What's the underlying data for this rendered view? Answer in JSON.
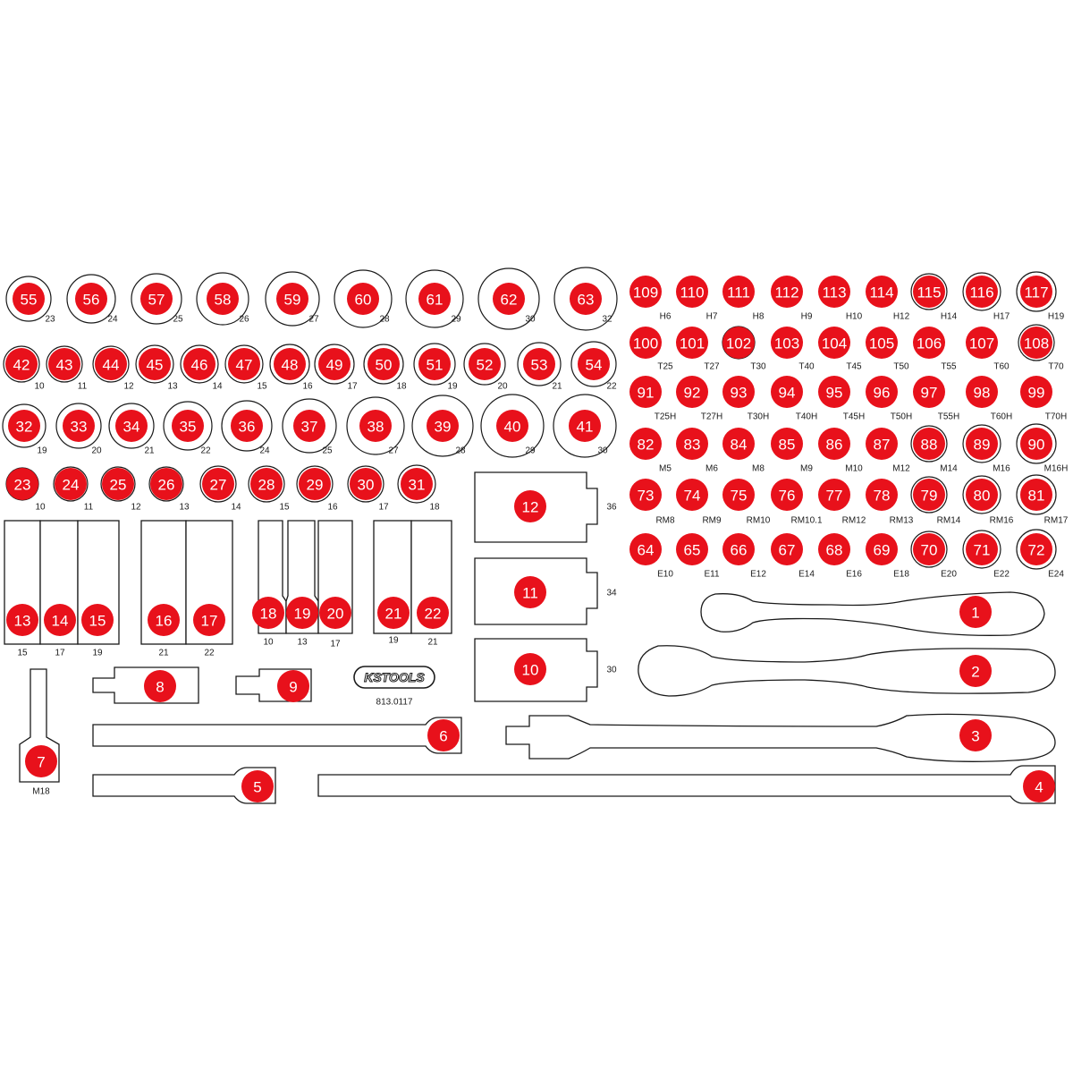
{
  "logo": {
    "text": "KSTOOLS",
    "part_number": "813.0117"
  },
  "colors": {
    "marker": "#e8111b",
    "outline": "#1a1a1a",
    "background": "#ffffff"
  },
  "rows": {
    "sockets_55_63": [
      {
        "n": "55",
        "s": "23"
      },
      {
        "n": "56",
        "s": "24"
      },
      {
        "n": "57",
        "s": "25"
      },
      {
        "n": "58",
        "s": "26"
      },
      {
        "n": "59",
        "s": "27"
      },
      {
        "n": "60",
        "s": "28"
      },
      {
        "n": "61",
        "s": "29"
      },
      {
        "n": "62",
        "s": "30"
      },
      {
        "n": "63",
        "s": "32"
      }
    ],
    "sockets_42_54": [
      {
        "n": "42",
        "s": "10"
      },
      {
        "n": "43",
        "s": "11"
      },
      {
        "n": "44",
        "s": "12"
      },
      {
        "n": "45",
        "s": "13"
      },
      {
        "n": "46",
        "s": "14"
      },
      {
        "n": "47",
        "s": "15"
      },
      {
        "n": "48",
        "s": "16"
      },
      {
        "n": "49",
        "s": "17"
      },
      {
        "n": "50",
        "s": "18"
      },
      {
        "n": "51",
        "s": "19"
      },
      {
        "n": "52",
        "s": "20"
      },
      {
        "n": "53",
        "s": "21"
      },
      {
        "n": "54",
        "s": "22"
      }
    ],
    "sockets_32_41": [
      {
        "n": "32",
        "s": "19"
      },
      {
        "n": "33",
        "s": "20"
      },
      {
        "n": "34",
        "s": "21"
      },
      {
        "n": "35",
        "s": "22"
      },
      {
        "n": "36",
        "s": "24"
      },
      {
        "n": "37",
        "s": "25"
      },
      {
        "n": "38",
        "s": "27"
      },
      {
        "n": "39",
        "s": "28"
      },
      {
        "n": "40",
        "s": "29"
      },
      {
        "n": "41",
        "s": "30"
      }
    ],
    "sockets_23_31": [
      {
        "n": "23",
        "s": "10"
      },
      {
        "n": "24",
        "s": "11"
      },
      {
        "n": "25",
        "s": "12"
      },
      {
        "n": "26",
        "s": "13"
      },
      {
        "n": "27",
        "s": "14"
      },
      {
        "n": "28",
        "s": "15"
      },
      {
        "n": "29",
        "s": "16"
      },
      {
        "n": "30",
        "s": "17"
      },
      {
        "n": "31",
        "s": "18"
      }
    ],
    "bits_hex": [
      {
        "n": "109",
        "s": "H6"
      },
      {
        "n": "110",
        "s": "H7"
      },
      {
        "n": "111",
        "s": "H8"
      },
      {
        "n": "112",
        "s": "H9"
      },
      {
        "n": "113",
        "s": "H10"
      },
      {
        "n": "114",
        "s": "H12"
      },
      {
        "n": "115",
        "s": "H14"
      },
      {
        "n": "116",
        "s": "H17"
      },
      {
        "n": "117",
        "s": "H19"
      }
    ],
    "bits_torx": [
      {
        "n": "100",
        "s": "T25"
      },
      {
        "n": "101",
        "s": "T27"
      },
      {
        "n": "102",
        "s": "T30"
      },
      {
        "n": "103",
        "s": "T40"
      },
      {
        "n": "104",
        "s": "T45"
      },
      {
        "n": "105",
        "s": "T50"
      },
      {
        "n": "106",
        "s": "T55"
      },
      {
        "n": "107",
        "s": "T60"
      },
      {
        "n": "108",
        "s": "T70"
      }
    ],
    "bits_torx_h": [
      {
        "n": "91",
        "s": "T25H"
      },
      {
        "n": "92",
        "s": "T27H"
      },
      {
        "n": "93",
        "s": "T30H"
      },
      {
        "n": "94",
        "s": "T40H"
      },
      {
        "n": "95",
        "s": "T45H"
      },
      {
        "n": "96",
        "s": "T50H"
      },
      {
        "n": "97",
        "s": "T55H"
      },
      {
        "n": "98",
        "s": "T60H"
      },
      {
        "n": "99",
        "s": "T70H"
      }
    ],
    "bits_spline": [
      {
        "n": "82",
        "s": "M5"
      },
      {
        "n": "83",
        "s": "M6"
      },
      {
        "n": "84",
        "s": "M8"
      },
      {
        "n": "85",
        "s": "M9"
      },
      {
        "n": "86",
        "s": "M10"
      },
      {
        "n": "87",
        "s": "M12"
      },
      {
        "n": "88",
        "s": "M14"
      },
      {
        "n": "89",
        "s": "M16"
      },
      {
        "n": "90",
        "s": "M16H"
      }
    ],
    "bits_ribe": [
      {
        "n": "73",
        "s": "RM8"
      },
      {
        "n": "74",
        "s": "RM9"
      },
      {
        "n": "75",
        "s": "RM10"
      },
      {
        "n": "76",
        "s": "RM10.1"
      },
      {
        "n": "77",
        "s": "RM12"
      },
      {
        "n": "78",
        "s": "RM13"
      },
      {
        "n": "79",
        "s": "RM14"
      },
      {
        "n": "80",
        "s": "RM16"
      },
      {
        "n": "81",
        "s": "RM17"
      }
    ],
    "sockets_e": [
      {
        "n": "64",
        "s": "E10"
      },
      {
        "n": "65",
        "s": "E11"
      },
      {
        "n": "66",
        "s": "E12"
      },
      {
        "n": "67",
        "s": "E14"
      },
      {
        "n": "68",
        "s": "E16"
      },
      {
        "n": "69",
        "s": "E18"
      },
      {
        "n": "70",
        "s": "E20"
      },
      {
        "n": "71",
        "s": "E22"
      },
      {
        "n": "72",
        "s": "E24"
      }
    ]
  },
  "deep_sockets": [
    {
      "n": "13",
      "s": "15"
    },
    {
      "n": "14",
      "s": "17"
    },
    {
      "n": "15",
      "s": "19"
    },
    {
      "n": "16",
      "s": "21"
    },
    {
      "n": "17",
      "s": "22"
    },
    {
      "n": "18",
      "s": "10"
    },
    {
      "n": "19",
      "s": "13"
    },
    {
      "n": "20",
      "s": "17"
    },
    {
      "n": "21",
      "s": "19"
    },
    {
      "n": "22",
      "s": "21"
    }
  ],
  "slot_sockets": [
    {
      "n": "12",
      "s": "36"
    },
    {
      "n": "11",
      "s": "34"
    },
    {
      "n": "10",
      "s": "30"
    }
  ],
  "tools": {
    "1": "1",
    "2": "2",
    "3": "3",
    "4": "4",
    "5": "5",
    "6": "6",
    "7": {
      "n": "7",
      "s": "M18"
    },
    "8": "8",
    "9": "9"
  }
}
